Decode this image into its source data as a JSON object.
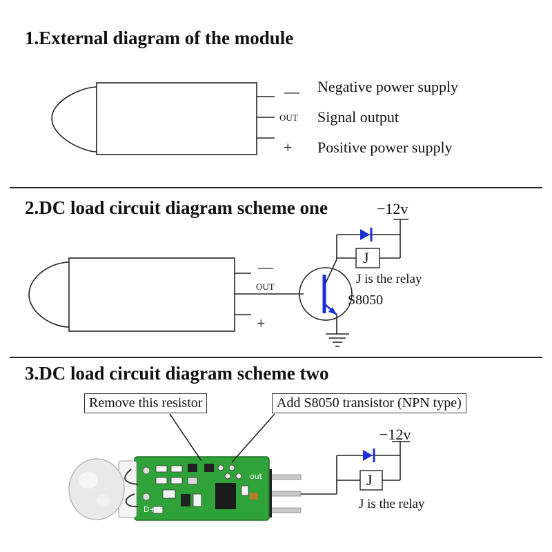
{
  "section1": {
    "title": "1.External diagram of the module",
    "pin_minus": "—",
    "pin_out": "OUT",
    "pin_plus": "+",
    "label_negative": "Negative power supply",
    "label_signal": "Signal output",
    "label_positive": "Positive power supply"
  },
  "section2": {
    "title": "2.DC load circuit diagram scheme one",
    "pin_minus": "—",
    "pin_out": "OUT",
    "pin_plus": "+",
    "supply": "−12v",
    "relay": "J",
    "relay_note": "J is the relay",
    "transistor": "S8050"
  },
  "section3": {
    "title": "3.DC load circuit diagram scheme two",
    "callout_resistor": "Remove this resistor",
    "callout_transistor": "Add S8050 transistor (NPN type)",
    "supply": "−12v",
    "relay": "J",
    "relay_note": "J is the relay",
    "board_marks": [
      "D+",
      "out"
    ]
  },
  "colors": {
    "diode": "#1c2fd6",
    "transistor_arrow": "#1c2fd6",
    "pcb": "#2fa33a",
    "lens": "#e9e9ea"
  }
}
